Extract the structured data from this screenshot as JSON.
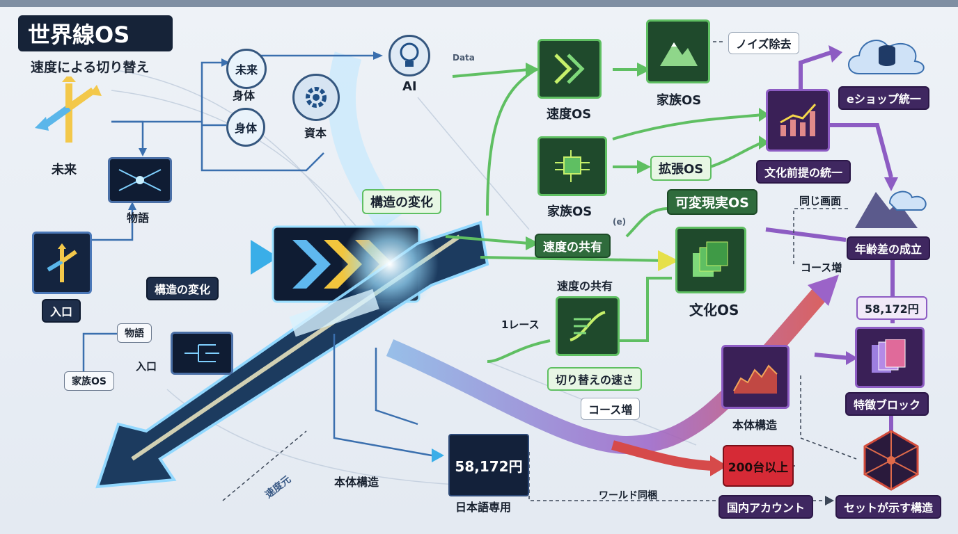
{
  "header": {
    "title": "世界線OS",
    "subtitle": "速度による切り替え"
  },
  "left": {
    "future_label": "未来",
    "story_label": "物語",
    "entrance_label": "入口",
    "structure_change_label": "構造の変化",
    "story_small": "物語",
    "entrance_small": "入口",
    "family_os_small": "家族OS"
  },
  "top_flow": {
    "circle_future": "未来",
    "body_1": "身体",
    "circle_body": "身体",
    "capital": "資本",
    "ai": "AI",
    "data": "Data"
  },
  "green_nodes": {
    "speed_os": "速度OS",
    "family_os_top": "家族OS",
    "family_os_mid": "家族OS",
    "expansion_os": "拡張OS",
    "variable_reality_os": "可変現実OS",
    "culture_os": "文化OS",
    "switch_speed": "切り替えの速さ",
    "one_race": "1レース",
    "structure_change_pill": "構造の変化",
    "speed_share_pill": "速度の共有",
    "speed_share_text": "速度の共有",
    "e_note": "(e)"
  },
  "right": {
    "noise_removal": "ノイズ除去",
    "eshop": "eショップ統一",
    "culture_premise": "文化前提の統一",
    "same_screen": "同じ画面",
    "age_gap": "年齢差の成立",
    "course_up_1": "コース増",
    "course_up_2": "コース増",
    "price_small": "58,172円",
    "feature_block": "特徴ブロック",
    "body_structure_right": "本体構造",
    "count_200": "200台以上",
    "domestic_account": "国内アカウント",
    "set_structure": "セットが示す構造",
    "world_bundle": "ワールド同梱"
  },
  "bottom": {
    "body_structure": "本体構造",
    "price": "58,172円",
    "japanese_only": "日本語専用",
    "speed_note": "速度元"
  },
  "colors": {
    "green": "#5fbf62",
    "purple": "#8d5cc3",
    "blue": "#35a8e0",
    "red": "#d62a36",
    "navy": "#162338"
  },
  "icons": [
    "branch-arrows-icon",
    "screen-icon",
    "gear-icon",
    "lightbulb-icon",
    "chevron-icon",
    "mountain-icon",
    "chip-icon",
    "layers-icon",
    "chart-icon",
    "cloud-database-icon",
    "cloud-mountain-icon",
    "cube-icon",
    "curve-icon"
  ]
}
